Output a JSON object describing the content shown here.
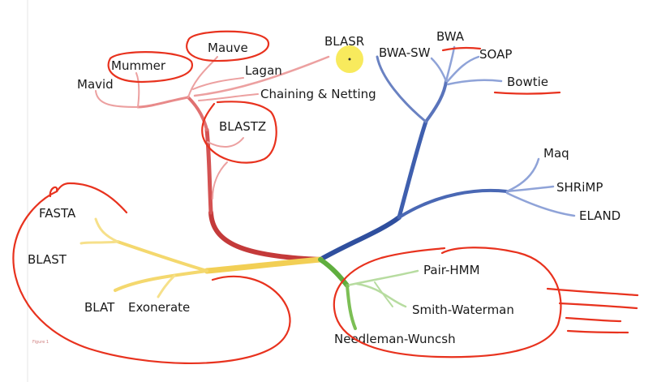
{
  "diagram": {
    "figure_note": "Figure 1",
    "colors": {
      "red_branch": "#e88a8a",
      "red_trunk": "#c43a3a",
      "blue_branch": "#3f5fae",
      "blue_light": "#8fa3d8",
      "yellow_branch": "#f2cf55",
      "green_branch": "#7cbf55",
      "green_light": "#b7dca0",
      "annotation_red": "#e8321e",
      "highlight": "#f7e641"
    },
    "leaves": {
      "mavid": "Mavid",
      "mummer": "Mummer",
      "mauve": "Mauve",
      "lagan": "Lagan",
      "chaining_netting": "Chaining & Netting",
      "blastz": "BLASTZ",
      "blasr": "BLASR",
      "bwa_sw": "BWA-SW",
      "bwa": "BWA",
      "soap": "SOAP",
      "bowtie": "Bowtie",
      "maq": "Maq",
      "shrimp": "SHRiMP",
      "eland": "ELAND",
      "fasta": "FASTA",
      "blast": "BLAST",
      "blat": "BLAT",
      "exonerate": "Exonerate",
      "pair_hmm": "Pair-HMM",
      "smith_waterman": "Smith-Waterman",
      "needleman_wuncsh": "Needleman-Wuncsh"
    }
  }
}
